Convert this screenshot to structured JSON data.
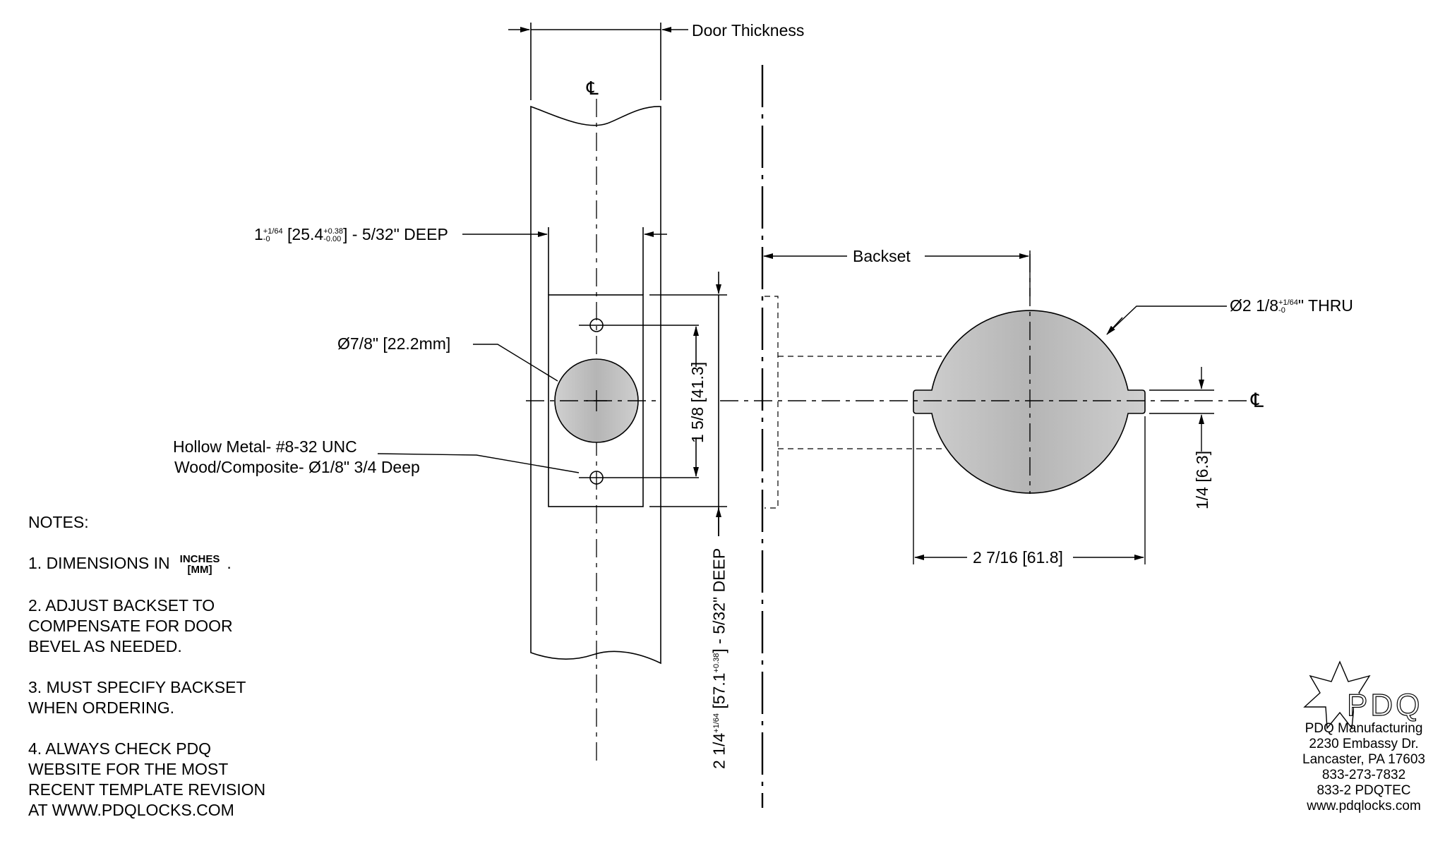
{
  "labels": {
    "door_thickness": "Door Thickness",
    "centerline": "℄",
    "face_bore_main": "1",
    "face_bore_tol_up": "+1/64",
    "face_bore_tol_dn": "-0",
    "face_bore_mm": " [25.4",
    "face_bore_mm_tol_up": "+0.38",
    "face_bore_mm_tol_dn": "-0.00",
    "face_bore_tail": "] - 5/32\" DEEP",
    "backset": "Backset",
    "hole_diameter": "Ø2 1/8",
    "hole_tol_up": "+1/64",
    "hole_tol_dn": "-0",
    "hole_tail": "\" THRU",
    "small_bore": "Ø7/8\" [22.2mm]",
    "screw_line1": "Hollow Metal- #8-32 UNC",
    "screw_line2": "Wood/Composite- Ø1/8\" 3/4 Deep",
    "screw_spacing": "1 5/8 [41.3]",
    "plate_height_main": "2 1/4",
    "plate_height_tol": "+1/64",
    "plate_height_mm": " [57.1",
    "plate_height_mm_tol": "+0.38",
    "plate_height_tail": "] - 5/32\" DEEP",
    "tab_width": "2 7/16 [61.8]",
    "tab_height": "1/4 [6.3]"
  },
  "notes": {
    "title": "NOTES:",
    "n1_prefix": "1.  DIMENSIONS IN",
    "n1_unit_top": "INCHES",
    "n1_unit_bottom": "[MM]",
    "n1_suffix": ".",
    "n2": "2.  ADJUST BACKSET TO COMPENSATE FOR DOOR BEVEL AS NEEDED.",
    "n3": "3.  MUST SPECIFY BACKSET WHEN ORDERING.",
    "n4": "4.   ALWAYS CHECK PDQ WEBSITE FOR THE MOST RECENT  TEMPLATE REVISION AT WWW.PDQLOCKS.COM"
  },
  "company": {
    "logo_text": "PDQ",
    "name": "PDQ Manufacturing",
    "street": "2230 Embassy Dr.",
    "city": "Lancaster, PA 17603",
    "phone": "833-273-7832",
    "phone_alt": "833-2 PDQTEC",
    "website": "www.pdqlocks.com"
  },
  "colors": {
    "line": "#000000",
    "fill_gray": "#bdbdbd"
  }
}
